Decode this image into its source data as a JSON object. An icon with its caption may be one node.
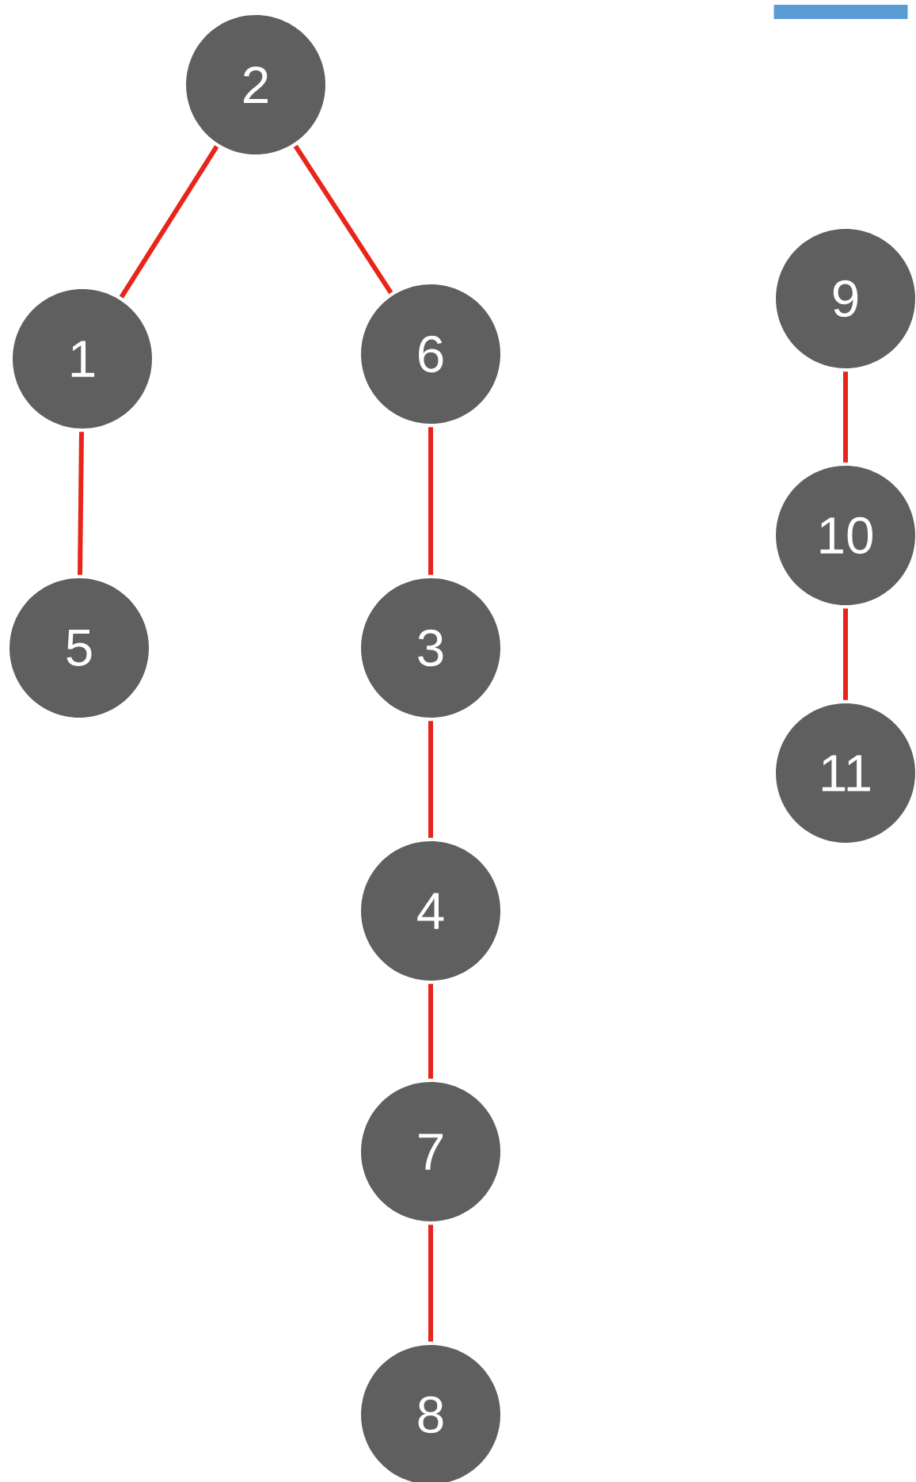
{
  "diagram": {
    "nodes": [
      {
        "text": [
          "2"
        ]
      },
      {
        "text": [
          "1"
        ]
      },
      {
        "text": [
          "6"
        ]
      },
      {
        "text": [
          "5"
        ]
      },
      {
        "text": [
          "3"
        ]
      },
      {
        "text": [
          "4"
        ]
      },
      {
        "text": [
          "7"
        ]
      },
      {
        "text": [
          "8"
        ]
      },
      {
        "text": [
          "9"
        ]
      },
      {
        "text": [
          "10"
        ]
      },
      {
        "text": [
          "11"
        ]
      },
      {
        "text": [],
        "shape": "bar"
      }
    ],
    "edges": [
      {
        "from": 0,
        "to": 1,
        "arrow": "none"
      },
      {
        "from": 0,
        "to": 2,
        "arrow": "none"
      },
      {
        "from": 1,
        "to": 3,
        "arrow": "none"
      },
      {
        "from": 2,
        "to": 4,
        "arrow": "none"
      },
      {
        "from": 4,
        "to": 5,
        "arrow": "none"
      },
      {
        "from": 5,
        "to": 6,
        "arrow": "none"
      },
      {
        "from": 6,
        "to": 7,
        "arrow": "none"
      },
      {
        "from": 8,
        "to": 9,
        "arrow": "none"
      },
      {
        "from": 9,
        "to": 10,
        "arrow": "none"
      }
    ]
  }
}
